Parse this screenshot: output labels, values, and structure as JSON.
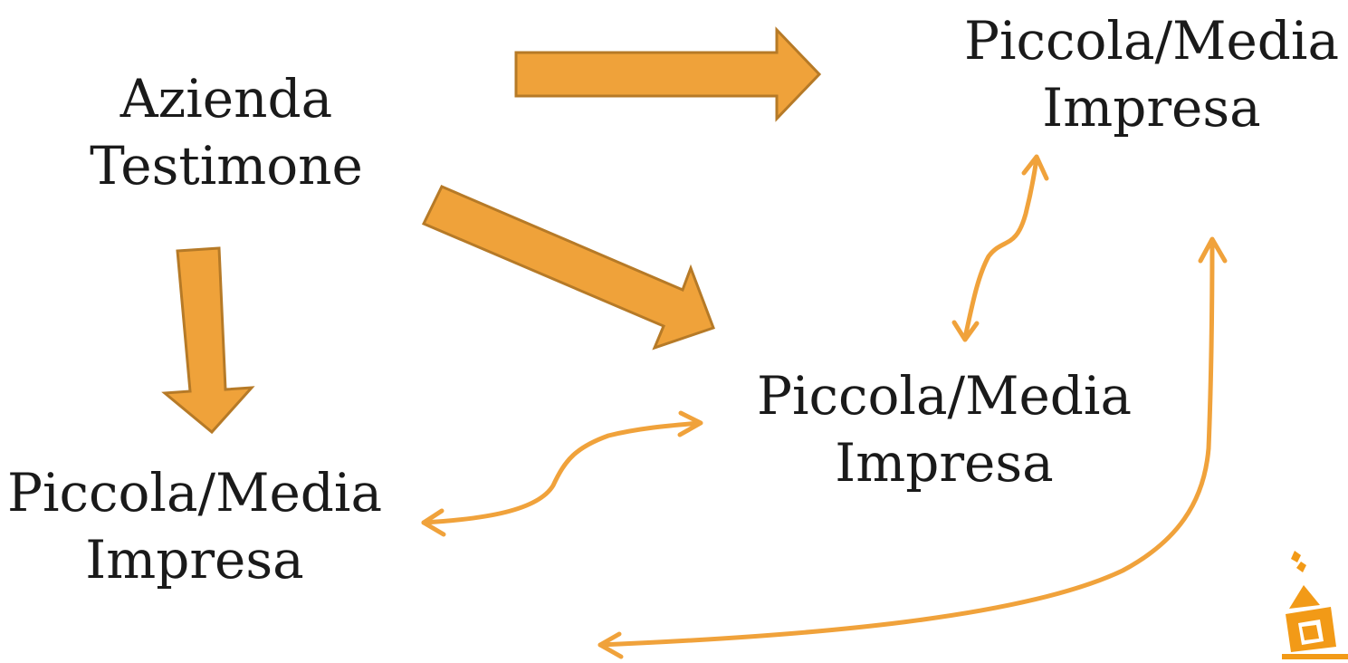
{
  "nodes": {
    "source": {
      "line1": "Azienda",
      "line2": "Testimone"
    },
    "pmi_top_right": {
      "line1": "Piccola/Media",
      "line2": "Impresa"
    },
    "pmi_center": {
      "line1": "Piccola/Media",
      "line2": "Impresa"
    },
    "pmi_bottom_left": {
      "line1": "Piccola/Media",
      "line2": "Impresa"
    }
  },
  "colors": {
    "block_arrow_fill": "#EFA23A",
    "block_arrow_stroke": "#B67A27",
    "connector": "#F0A23B",
    "text": "#1a1a1a",
    "logo": "#F29A17"
  },
  "icons": {
    "logo": "falling-house-logo"
  }
}
